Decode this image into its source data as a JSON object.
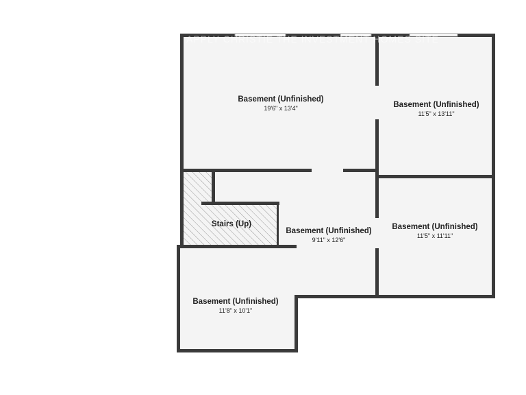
{
  "watermark": "APPLY CHRISTIE THE INVESTMENT HOMES SITE",
  "rooms": [
    {
      "name": "Basement (Unfinished)",
      "dims": "19'6\" x 13'4\""
    },
    {
      "name": "Basement (Unfinished)",
      "dims": "11'5\" x 13'11\""
    },
    {
      "name": "Stairs (Up)"
    },
    {
      "name": "Basement (Unfinished)",
      "dims": "9'11\" x 12'6\""
    },
    {
      "name": "Basement (Unfinished)",
      "dims": "11'5\" x 11'11\""
    },
    {
      "name": "Basement (Unfinished)",
      "dims": "11'8\" x 10'1\""
    }
  ],
  "colors": {
    "wall": "#3a3a3a",
    "floor": "#f4f4f4",
    "stairs_hatch": "#9a9a9a"
  }
}
